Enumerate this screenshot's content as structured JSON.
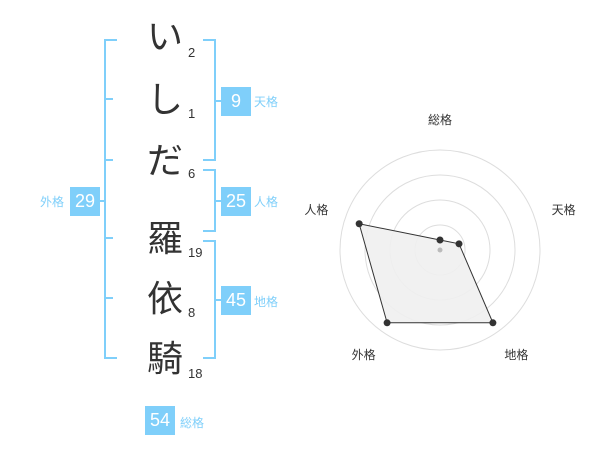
{
  "name": {
    "characters": [
      {
        "char": "い",
        "strokes": "2"
      },
      {
        "char": "し",
        "strokes": "1"
      },
      {
        "char": "だ",
        "strokes": "6"
      },
      {
        "char": "羅",
        "strokes": "19"
      },
      {
        "char": "依",
        "strokes": "8"
      },
      {
        "char": "騎",
        "strokes": "18"
      }
    ]
  },
  "fortunes": {
    "tenkaku": {
      "value": "9",
      "label": "天格"
    },
    "jinkaku": {
      "value": "25",
      "label": "人格"
    },
    "chikaku": {
      "value": "45",
      "label": "地格"
    },
    "gaikaku": {
      "value": "29",
      "label": "外格"
    },
    "soukaku": {
      "value": "54",
      "label": "総格"
    }
  },
  "colors": {
    "accent": "#7fcffa",
    "text": "#333333"
  },
  "chart_data": {
    "type": "radar",
    "axes": [
      "総格",
      "天格",
      "地格",
      "外格",
      "人格"
    ],
    "values": [
      0.1,
      0.2,
      0.9,
      0.9,
      0.85
    ],
    "range": [
      0,
      1
    ],
    "rings": 4
  }
}
